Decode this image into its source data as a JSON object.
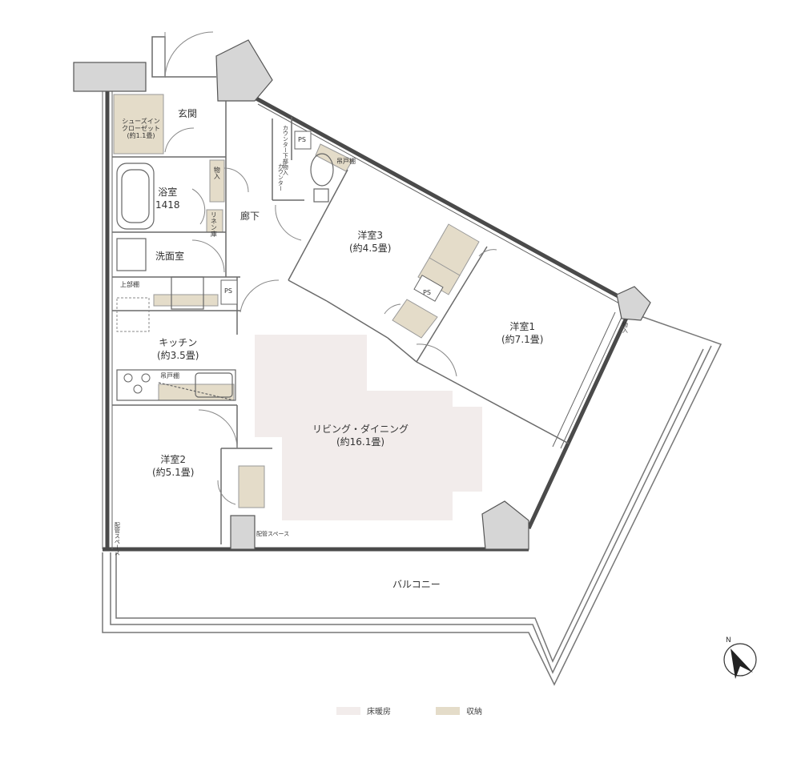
{
  "colors": {
    "floor_heating": "#f2eceb",
    "storage": "#e4dcc9",
    "wall": "#4a4a4a",
    "column": "#d6d6d6",
    "line": "#6a6a6a"
  },
  "rooms": {
    "genkan": "玄関",
    "shoe_closet": [
      "シューズイン",
      "クローゼット",
      "(約1.1畳)"
    ],
    "bath": [
      "浴室",
      "1418"
    ],
    "storage": "物入",
    "linen": "リネン庫",
    "corridor": "廊下",
    "washroom": "洗面室",
    "upper_shelf": "上部棚",
    "ps": "PS",
    "kitchen": [
      "キッチン",
      "(約3.5畳)"
    ],
    "hanging_shelf": "吊戸棚",
    "bedroom3": [
      "洋室3",
      "(約4.5畳)"
    ],
    "bedroom1": [
      "洋室1",
      "(約7.1畳)"
    ],
    "bedroom2": [
      "洋室2",
      "(約5.1畳)"
    ],
    "living": [
      "リビング・ダイニング",
      "(約16.1畳)"
    ],
    "balcony": "バルコニー",
    "counter_lower": "カウンター下部物入",
    "counter": "カウンター",
    "hanging_shelf2": "吊戸棚",
    "piping_space1": "配管スペース",
    "piping_space2": "配管スペース",
    "small_store": "物入"
  },
  "legend": {
    "floor_heating": "床暖房",
    "storage": "収納"
  },
  "compass": {
    "label": "N",
    "icon": "north-arrow-icon"
  }
}
